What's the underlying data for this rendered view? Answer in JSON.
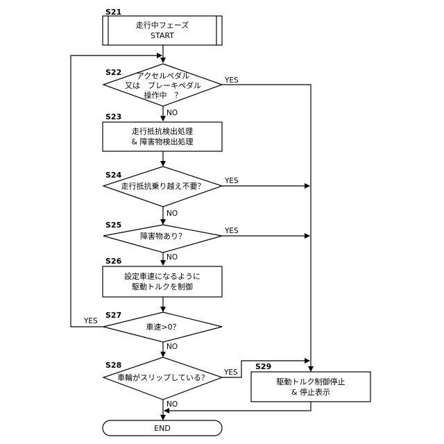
{
  "steps": {
    "s21": {
      "label": "S21",
      "lines": [
        "走行中フェーズ",
        "START"
      ]
    },
    "s22": {
      "label": "S22",
      "lines": [
        "アクセルペダル",
        "又は　ブレーキペダル",
        "操作中　？"
      ]
    },
    "s23": {
      "label": "S23",
      "lines": [
        "走行抵抗検出処理",
        "& 障害物検出処理"
      ]
    },
    "s24": {
      "label": "S24",
      "lines": [
        "走行抵抗乗り越え不要？"
      ]
    },
    "s25": {
      "label": "S25",
      "lines": [
        "障害物あり？"
      ]
    },
    "s26": {
      "label": "S26",
      "lines": [
        "設定車速になるように",
        "駆動トルクを制御"
      ]
    },
    "s27": {
      "label": "S27",
      "lines": [
        "車速>0？"
      ]
    },
    "s28": {
      "label": "S28",
      "lines": [
        "車輪がスリップしている？"
      ]
    },
    "s29": {
      "label": "S29",
      "lines": [
        "駆動トルク制御停止",
        "& 停止表示"
      ]
    },
    "end": {
      "lines": [
        "END"
      ]
    }
  },
  "branches": {
    "s22_yes": "YES",
    "s22_no": "NO",
    "s24_yes": "YES",
    "s24_no": "NO",
    "s25_yes": "YES",
    "s25_no": "NO",
    "s27_yes": "YES",
    "s27_no": "NO",
    "s28_yes": "YES",
    "s28_no": "NO"
  }
}
